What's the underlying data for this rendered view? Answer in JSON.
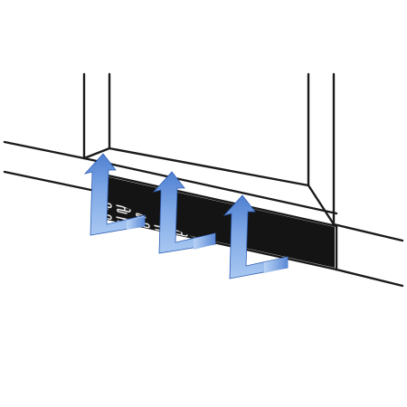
{
  "diagram": {
    "subject": "window-sill-vent-airflow",
    "icons": [
      "window-frame",
      "sill-vent-grille",
      "airflow-arrow"
    ],
    "colors": {
      "outline": "#1a1a1a",
      "arrow_light": "#a9c8f2",
      "arrow_mid": "#7ea8e6",
      "arrow_dark": "#4f7fd0",
      "grille_fill": "#141414",
      "background": "#ffffff"
    },
    "arrow_count": 3
  }
}
